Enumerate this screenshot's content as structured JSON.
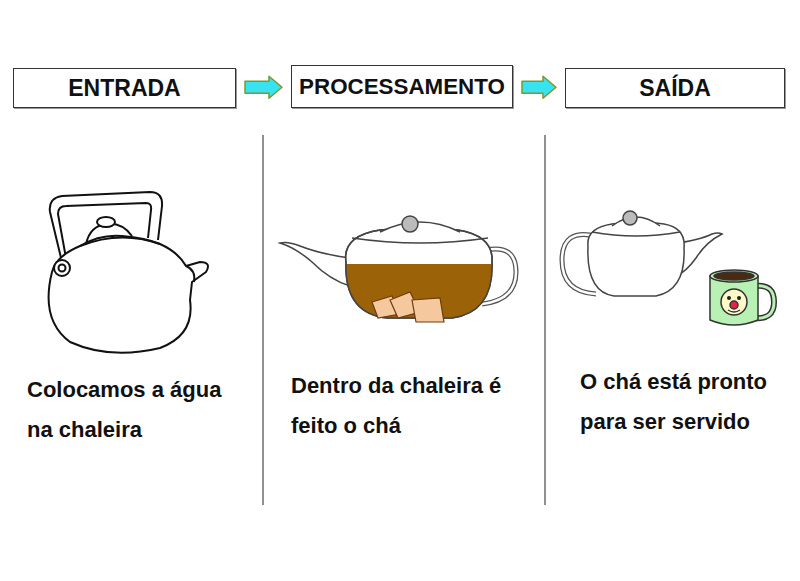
{
  "diagram": {
    "nodes": [
      {
        "text": [
          "ENTRADA"
        ]
      },
      {
        "text": [
          "PROCESSAMENTO"
        ]
      },
      {
        "text": [
          "SAÍDA"
        ]
      }
    ],
    "edges": [
      {
        "from": 0,
        "to": 1,
        "arrow": "to"
      },
      {
        "from": 1,
        "to": 2,
        "arrow": "to"
      }
    ],
    "labels": [
      "Colocamos a água na chaleira",
      "Dentro da chaleira é feito o chá",
      "O chá está pronto para ser servido"
    ]
  }
}
